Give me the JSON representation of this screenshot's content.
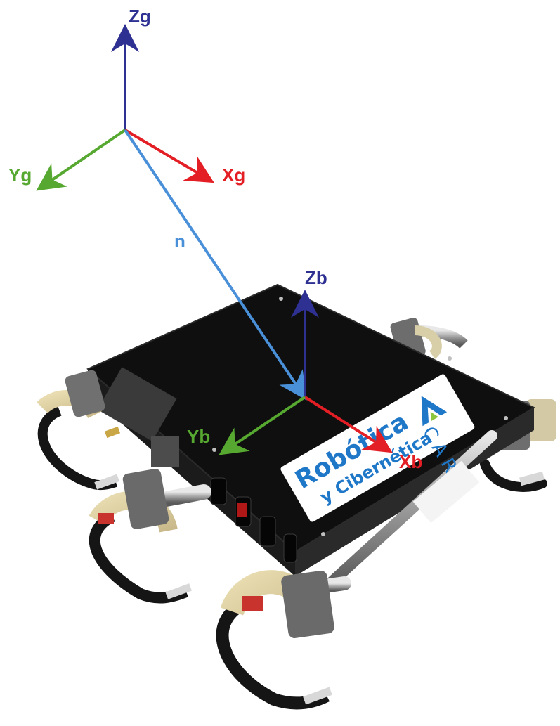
{
  "colors": {
    "z_axis": "#2e3192",
    "x_axis": "#e31e24",
    "y_axis": "#56a830",
    "normal": "#4a90d9",
    "robot_body": "#111111",
    "logo_blue": "#1f77c8"
  },
  "global_frame": {
    "z_label": "Zg",
    "x_label": "Xg",
    "y_label": "Yg"
  },
  "normal_vector": {
    "label": "n"
  },
  "body_frame": {
    "z_label": "Zb",
    "x_label": "Xb",
    "y_label": "Yb"
  },
  "robot": {
    "logo_line1": "Robótica",
    "logo_line2": "y Cibernética",
    "logo_mark": "CAR"
  }
}
